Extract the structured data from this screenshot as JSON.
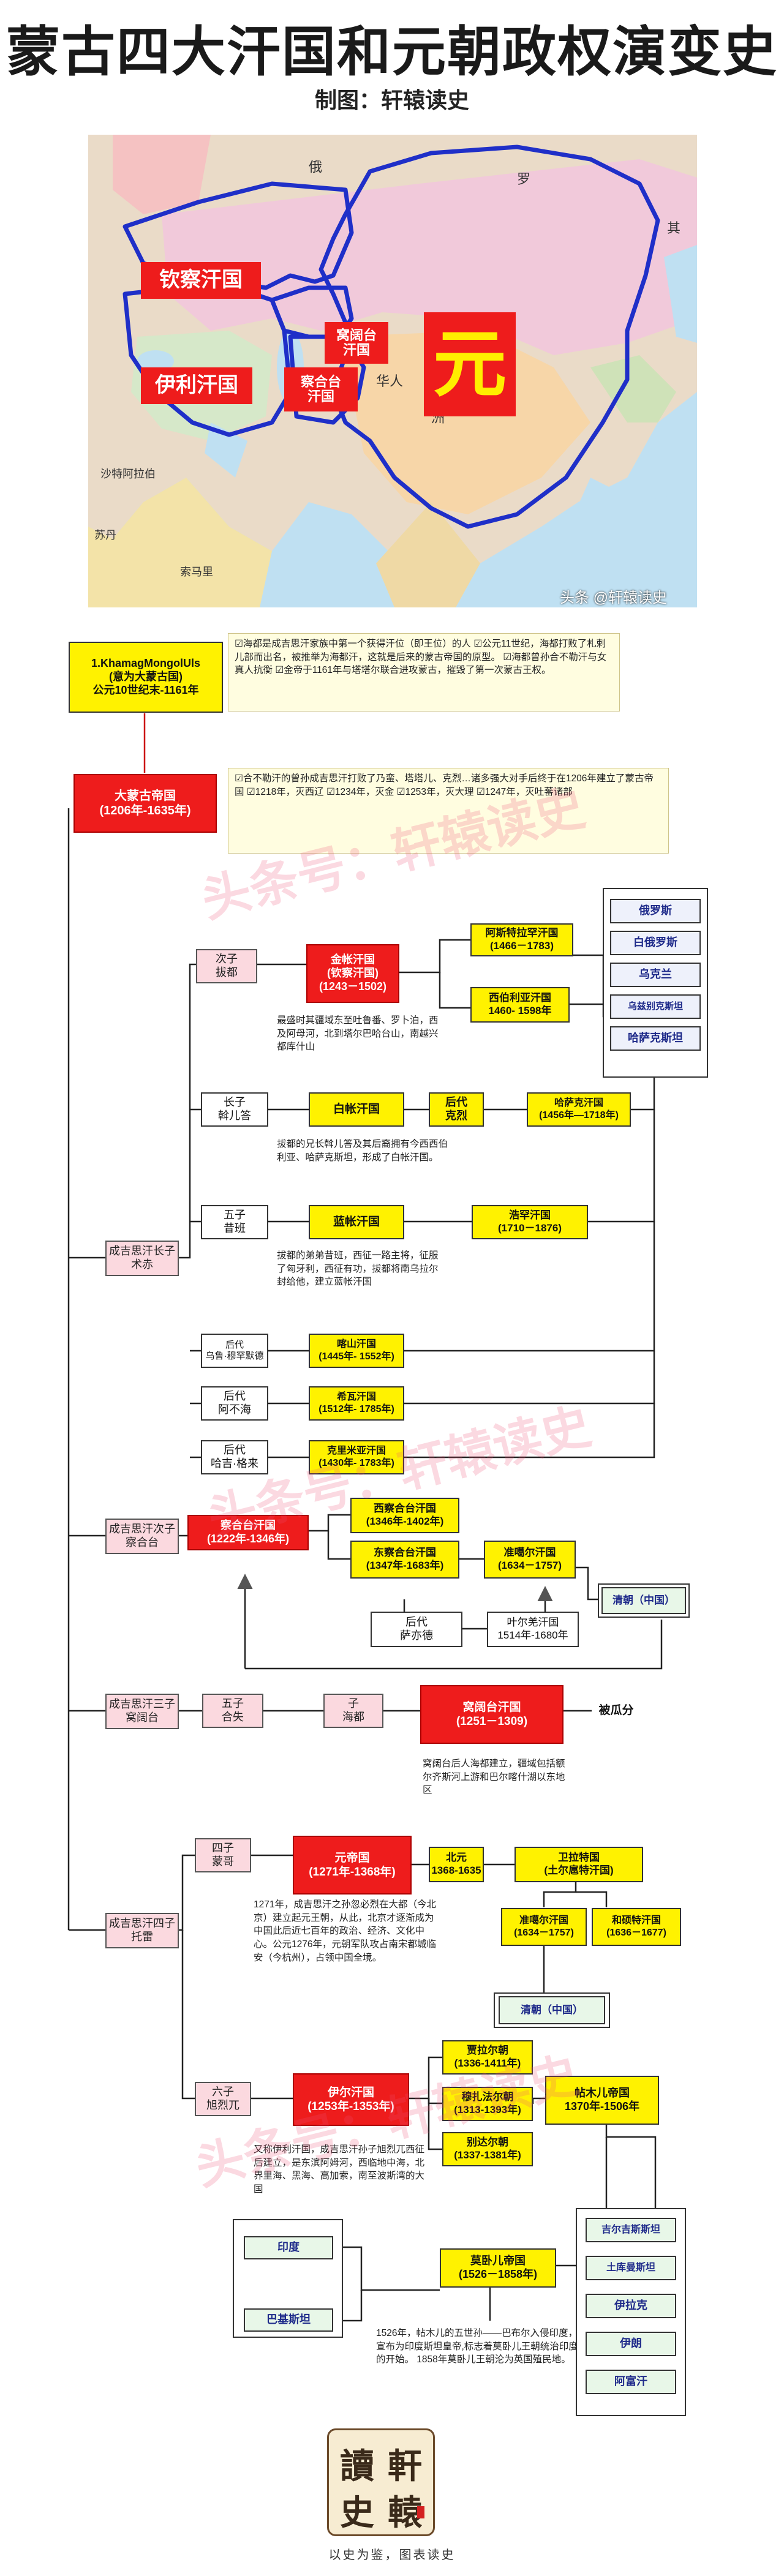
{
  "header": {
    "title": "蒙古四大汗国和元朝政权演变史",
    "subtitle": "制图：轩辕读史"
  },
  "map": {
    "labels": [
      {
        "id": "kipchak",
        "text": "钦察汗国"
      },
      {
        "id": "ilkhan",
        "text": "伊利汗国"
      },
      {
        "id": "ogedei",
        "text": "窝阔台\n汗国"
      },
      {
        "id": "chagatai",
        "text": "察合台\n汗国"
      },
      {
        "id": "yuan",
        "text": "元"
      }
    ],
    "place_labels": {
      "russia_e": "俄",
      "russia_w": "罗",
      "china": "华人",
      "continent": "洲",
      "saudi": "沙特阿拉伯",
      "sudan": "苏丹",
      "somalia": "索马里",
      "misc1": "其"
    },
    "watermark": "头条 @轩辕读史"
  },
  "watermarks": [
    "头条号：轩辕读史",
    "头条号：轩辕读史",
    "头条号：轩辕读史"
  ],
  "nodes": {
    "khamag": "1.KhamagMongolUls\n(意为大蒙古国)\n公元10世纪末-1161年",
    "great_mongol": "大蒙古帝国\n(1206年-1635年)",
    "jochi": "成吉思汗长子\n术赤",
    "chagatai_son": "成吉思汗次子\n察合台",
    "ogedei_son": "成吉思汗三子\n窝阔台",
    "tolui": "成吉思汗四子\n托雷",
    "batu": "次子\n拔都",
    "golden_horde": "金帐汗国\n(钦察汗国)\n(1243－1502)",
    "astrakhan": "阿斯特拉罕汗国\n(1466－1783)",
    "west_siberia": "西伯利亚汗国\n1460- 1598年",
    "orda": "长子\n斡儿答",
    "white_horde": "白帐汗国",
    "later_kere": "后代\n克烈",
    "kazakh": "哈萨克汗国\n(1456年—1718年)",
    "shiban": "五子\n昔班",
    "blue_horde": "蓝帐汗国",
    "uzbek": "浩罕汗国\n(1710－1876)",
    "later_ulug": "后代\n乌鲁·穆罕默德",
    "kazan": "喀山汗国\n(1445年- 1552年)",
    "later_arabshah": "后代\n阿不海",
    "khiva": "希瓦汗国\n(1512年- 1785年)",
    "later_haji": "后代\n哈吉·格来",
    "crimea": "克里米亚汗国\n(1430年- 1783年)",
    "chagatai_khanate": "察合台汗国\n(1222年-1346年)",
    "west_chagatai": "西察合台汗国\n(1346年-1402年)",
    "east_chagatai": "东察合台汗国\n(1347年-1683年)",
    "dzungar": "准噶尔汗国\n(1634－1757)",
    "later_sa": "后代\n萨亦德",
    "yarkand": "叶尔羌汗国\n1514年-1680年",
    "qing1": "清朝（中国）",
    "fifth_hashi": "五子\n合失",
    "son_haidu": "子\n海都",
    "ogedei_khanate": "窝阔台汗国\n(1251－1309)",
    "partitioned": "被瓜分",
    "fourth_mongke": "四子\n蒙哥",
    "yuan": "元帝国\n(1271年-1368年)",
    "northern_yuan": "北元\n1368-1635",
    "oirat": "卫拉特国\n(土尔扈特汗国)",
    "dzungar2": "准噶尔汗国\n(1634－1757)",
    "khoshut": "和硕特汗国\n(1636－1677)",
    "qing2": "清朝（中国）",
    "sixth_hulagu": "六子\n旭烈兀",
    "ilkhanate": "伊尔汗国\n(1253年-1353年)",
    "jalayir": "贾拉尔朝\n(1336-1411年)",
    "muzaffarid": "穆扎法尔朝\n(1313-1393年)",
    "injuid": "别达尔朝\n(1337-1381年)",
    "timurid": "帖木儿帝国\n1370年-1506年",
    "mughal": "莫卧儿帝国\n(1526－1858年)",
    "india": "印度",
    "pakistan": "巴基斯坦",
    "russia_list": [
      "俄罗斯",
      "白俄罗斯",
      "乌克兰",
      "乌兹别克斯坦",
      "哈萨克斯坦"
    ],
    "central_list": [
      "吉尔吉斯斯坦",
      "土库曼斯坦",
      "伊拉克",
      "伊朗",
      "阿富汗"
    ]
  },
  "notes": {
    "khamag": "☑海都是成吉思汗家族中第一个获得汗位（即王位）的人\n☑公元11世纪，海都打败了札剌儿部而出名，被推举为海都汗，这就是后来的蒙古帝国的原型。\n☑海都曾孙合不勒汗与女真人抗衡\n☑金帝于1161年与塔塔尔联合进攻蒙古，摧毁了第一次蒙古王权。",
    "great_mongol": "☑合不勒汗的曾孙成吉思汗打败了乃蛮、塔塔儿、克烈…诸多强大对手后终于在1206年建立了蒙古帝国\n☑1218年，灭西辽\n☑1234年，灭金\n☑1253年，灭大理\n☑1247年，灭吐蕃诸部",
    "golden_horde": "最盛时其疆域东至吐鲁番、罗卜泊，西及阿母河，北到塔尔巴哈台山，南越兴都库什山",
    "white_horde": "拔都的兄长斡儿答及其后裔拥有今西西伯利亚、哈萨克斯坦，形成了白帐汗国。",
    "blue_horde": "拔都的弟弟昔班，西征一路主将，征服了匈牙利，西征有功，拔都将南乌拉尔封给他，建立蓝帐汗国",
    "ogedei": "窝阔台后人海都建立，疆域包括额尔齐斯河上游和巴尔喀什湖以东地区",
    "yuan": "1271年，成吉思汗之孙忽必烈在大都（今北京）建立起元王朝，从此，北京才逐渐成为中国此后近七百年的政治、经济、文化中心。公元1276年，元朝军队攻占南宋都城临安（今杭州），占领中国全境。",
    "ilkhan": "又称伊利汗国，成吉思汗孙子旭烈兀西征后建立，是东滨阿姆河，西临地中海，北界里海、黑海、高加索，南至波斯湾的大国",
    "mughal": "1526年，帖木儿的五世孙——巴布尔入侵印度，宣布为印度斯坦皇帝,标志着莫卧儿王朝统治印度的开始。 1858年莫卧儿王朝沦为英国殖民地。"
  },
  "seal": {
    "chars": [
      "讀",
      "軒",
      "史",
      "轅"
    ],
    "caption": "以史为鉴，图表读史"
  },
  "colors": {
    "red": "#ee1c1c",
    "yellow": "#fff200",
    "pink": "#fbd9df",
    "blue": "#1f2fc8"
  }
}
